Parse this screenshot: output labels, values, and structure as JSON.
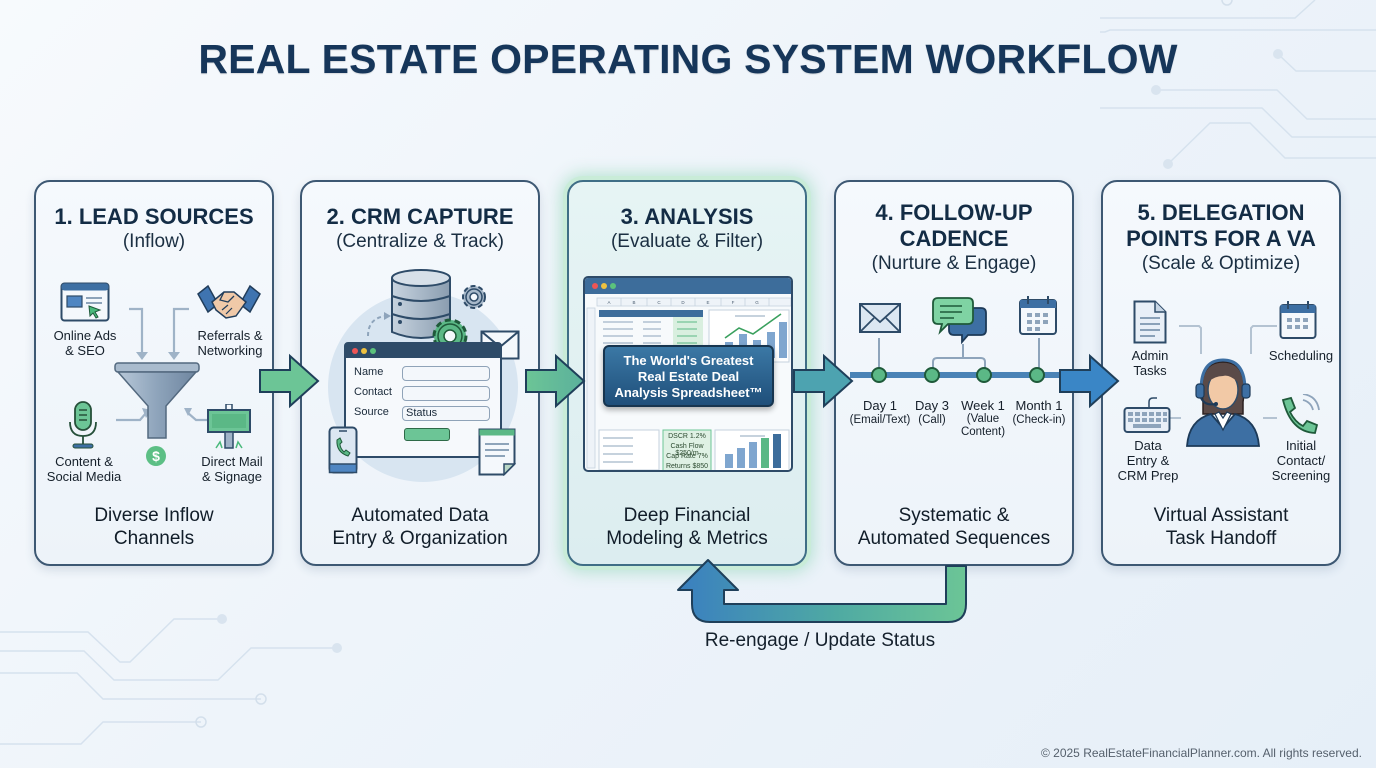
{
  "title": "REAL ESTATE OPERATING SYSTEM WORKFLOW",
  "colors": {
    "title": "#16365a",
    "card_border": "#3d5873",
    "accent_green": "#5cbf85",
    "accent_blue": "#3a7fc0",
    "highlight_glow": "#c9ecd8"
  },
  "steps": [
    {
      "title_lines": [
        "1. LEAD SOURCES"
      ],
      "subtitle": "(Inflow)",
      "items": [
        {
          "icon": "browser-ad-icon",
          "label_lines": [
            "Online Ads",
            "& SEO"
          ]
        },
        {
          "icon": "handshake-icon",
          "label_lines": [
            "Referrals &",
            "Networking"
          ]
        },
        {
          "icon": "microphone-icon",
          "label_lines": [
            "Content &",
            "Social Media"
          ]
        },
        {
          "icon": "signpost-icon",
          "label_lines": [
            "Direct Mail",
            "& Signage"
          ]
        }
      ],
      "center_icon": "funnel-icon",
      "center_badge": "$",
      "footer_lines": [
        "Diverse Inflow",
        "Channels"
      ]
    },
    {
      "title_lines": [
        "2. CRM CAPTURE"
      ],
      "subtitle": "(Centralize & Track)",
      "form": {
        "fields": [
          {
            "label": "Name",
            "value": ""
          },
          {
            "label": "Contact",
            "value": ""
          },
          {
            "label": "Source",
            "value": "Status"
          }
        ]
      },
      "icons": [
        "database-icon",
        "gear-icon",
        "envelope-icon",
        "phone-icon",
        "document-icon"
      ],
      "footer_lines": [
        "Automated Data",
        "Entry & Organization"
      ]
    },
    {
      "title_lines": [
        "3. ANALYSIS"
      ],
      "subtitle": "(Evaluate & Filter)",
      "banner_lines": [
        "The World's Greatest",
        "Real Estate Deal",
        "Analysis Spreadsheet™"
      ],
      "spreadsheet_columns": [
        "A",
        "B",
        "C",
        "D",
        "E",
        "F",
        "G"
      ],
      "metrics": [
        "DSCR 1.2%",
        "Cash Flow $250/m",
        "Cap Rate 7%",
        "Returns $850 /m"
      ],
      "footer_lines": [
        "Deep Financial",
        "Modeling & Metrics"
      ]
    },
    {
      "title_lines": [
        "4. FOLLOW-UP",
        "CADENCE"
      ],
      "subtitle": "(Nurture & Engage)",
      "timeline": [
        {
          "when": "Day 1",
          "detail_lines": [
            "(Email/Text)"
          ]
        },
        {
          "when": "Day 3",
          "detail_lines": [
            "(Call)"
          ]
        },
        {
          "when": "Week 1",
          "detail_lines": [
            "(Value",
            "Content)"
          ]
        },
        {
          "when": "Month 1",
          "detail_lines": [
            "(Check-in)"
          ]
        }
      ],
      "icons": [
        "envelope-icon",
        "chat-bubbles-icon",
        "calendar-icon"
      ],
      "footer_lines": [
        "Systematic &",
        "Automated Sequences"
      ]
    },
    {
      "title_lines": [
        "5. DELEGATION",
        "POINTS FOR A VA"
      ],
      "subtitle": "(Scale & Optimize)",
      "items": [
        {
          "icon": "document-icon",
          "label_lines": [
            "Admin",
            "Tasks"
          ]
        },
        {
          "icon": "calendar-icon",
          "label_lines": [
            "Scheduling"
          ]
        },
        {
          "icon": "keyboard-icon",
          "label_lines": [
            "Data",
            "Entry &",
            "CRM Prep"
          ]
        },
        {
          "icon": "phone-call-icon",
          "label_lines": [
            "Initial",
            "Contact/",
            "Screening"
          ]
        }
      ],
      "center_icon": "virtual-assistant-icon",
      "footer_lines": [
        "Virtual Assistant",
        "Task Handoff"
      ]
    }
  ],
  "loop": {
    "label": "Re-engage / Update Status",
    "from_step": 4,
    "to_step": 3
  },
  "copyright": "© 2025 RealEstateFinancialPlanner.com. All rights reserved."
}
